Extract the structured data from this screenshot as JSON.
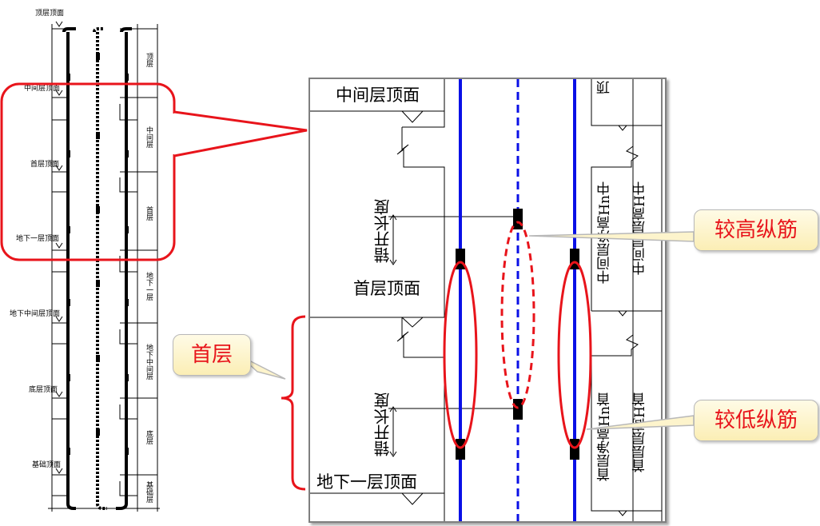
{
  "overview": {
    "labels": {
      "roof_top": "顶层顶面",
      "middle_top": "中间层顶面",
      "first_top": "首层顶面",
      "b1_top": "地下一层顶面",
      "bmid_top": "地下中间层顶面",
      "bottom_top": "底层顶面",
      "foundation_top": "基础顶面"
    },
    "floors": {
      "roof": "顶层",
      "middle": "中间层",
      "first": "首层",
      "b1": "地下一层",
      "bmid": "地下中间层",
      "bottom": "底层",
      "foundation": "基础层"
    }
  },
  "detail": {
    "middle_top": "中间层顶面",
    "first_top": "首层顶面",
    "b1_top": "地下一层顶面",
    "stagger_length_upper": "错开长度",
    "stagger_length_lower": "错开长度",
    "mid_clear_height": "中间层净高Hn中",
    "mid_floor_height": "中间层层高H中",
    "first_clear_height": "首层净高Hn首",
    "first_floor_height": "首层层高H首",
    "roof_partial": "顶"
  },
  "callouts": {
    "first_floor": "首层",
    "higher_bar": "较高纵筋",
    "lower_bar": "较低纵筋"
  },
  "colors": {
    "highlight_red": "#e8141b",
    "rebar_blue": "#0a10e6",
    "callout_fill": "#fdf4cc"
  }
}
